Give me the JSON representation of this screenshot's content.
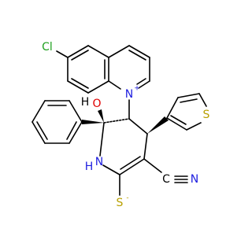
{
  "molecule": {
    "atoms": {
      "cl": {
        "text": "Cl",
        "color": "#1fa01f"
      },
      "n_quinolinium": {
        "text": "N",
        "charge": "+",
        "color": "#2020e0"
      },
      "h_hydroxyl": {
        "text": "H",
        "color": "#000000"
      },
      "o_hydroxyl": {
        "text": "O",
        "color": "#e00000"
      },
      "s_thiophene": {
        "text": "S",
        "color": "#b8a000"
      },
      "nh_ring": {
        "text": "N",
        "color": "#2020e0"
      },
      "h_ring": {
        "text": "H",
        "color": "#2020e0"
      },
      "n_nitrile": {
        "text": "N",
        "color": "#2020e0"
      },
      "c_nitrile": {
        "text": "C",
        "color": "#000000"
      },
      "s_thiolate": {
        "text": "S",
        "charge": "-",
        "color": "#b8a000"
      }
    }
  }
}
